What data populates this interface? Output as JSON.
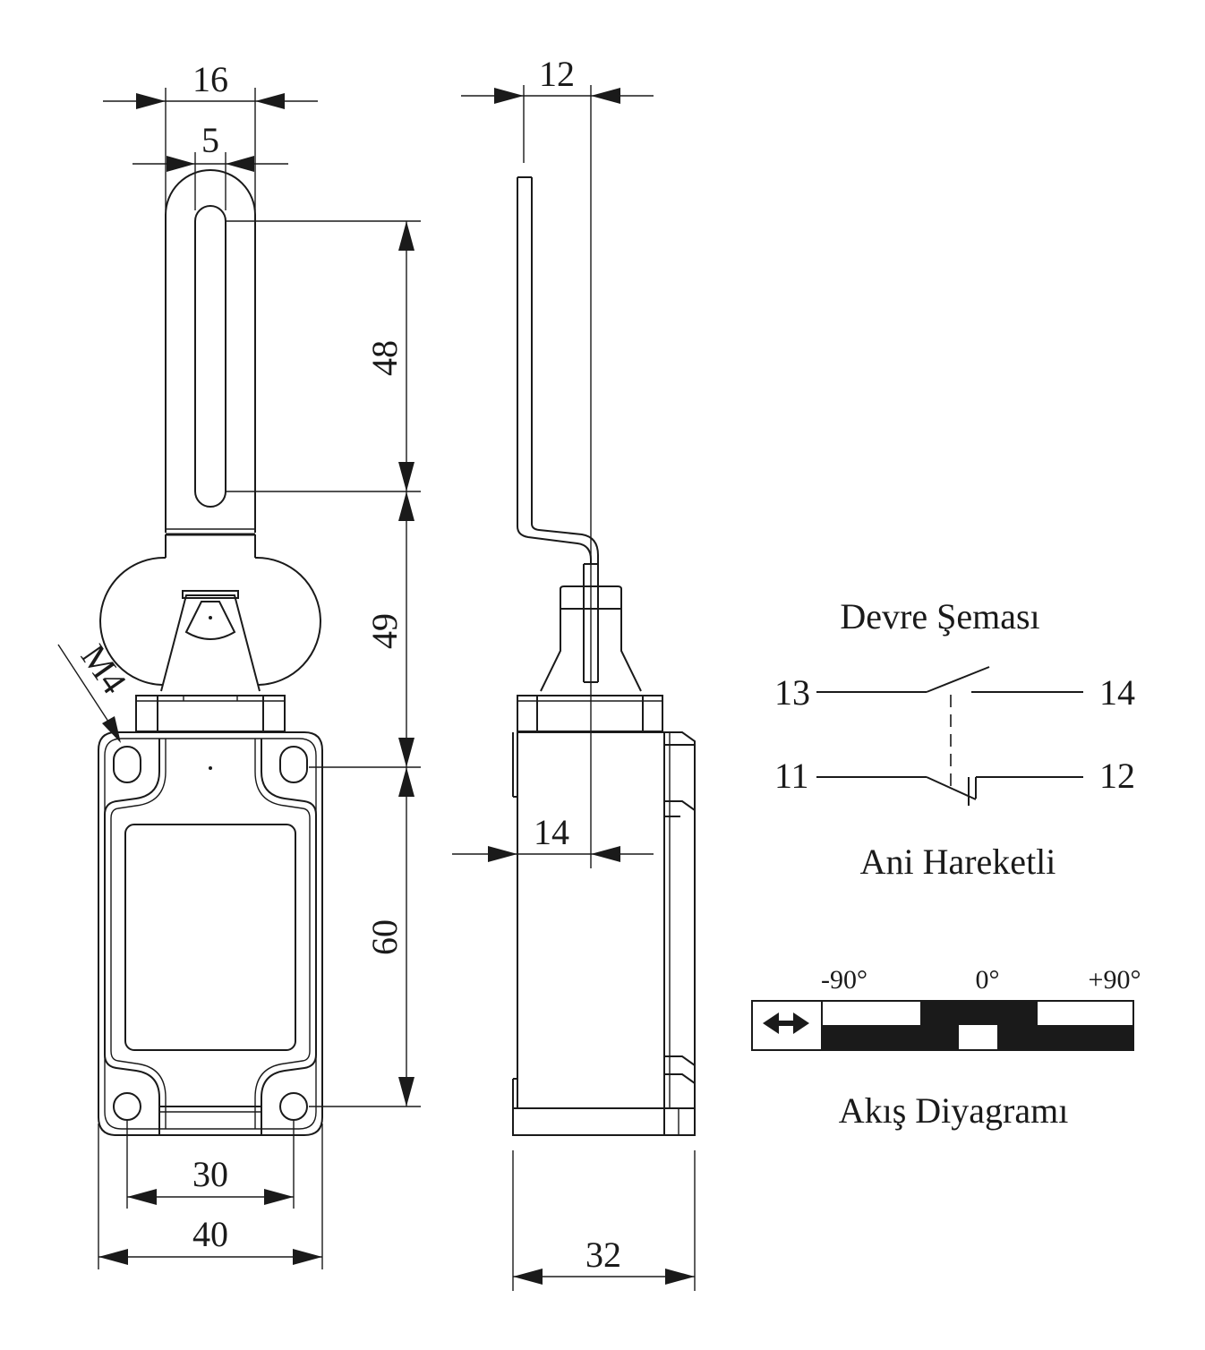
{
  "dimensions": {
    "lever_width": "16",
    "slot_width": "5",
    "slot_length": "48",
    "pivot_to_mount": "49",
    "mount_spacing_vertical": "60",
    "mount_spacing_horizontal": "30",
    "body_width": "40",
    "rod_offset": "12",
    "plunger_offset": "14",
    "body_depth": "32",
    "thread": "M4"
  },
  "circuit": {
    "title": "Devre Şeması",
    "terminal_no_in": "13",
    "terminal_no_out": "14",
    "terminal_nc_in": "11",
    "terminal_nc_out": "12",
    "action_label": "Ani Hareketli"
  },
  "flow_diagram": {
    "title": "Akış Diyagramı",
    "angle_min": "-90°",
    "angle_center": "0°",
    "angle_max": "+90°"
  },
  "colors": {
    "line": "#1a1a1a",
    "background": "#ffffff"
  }
}
